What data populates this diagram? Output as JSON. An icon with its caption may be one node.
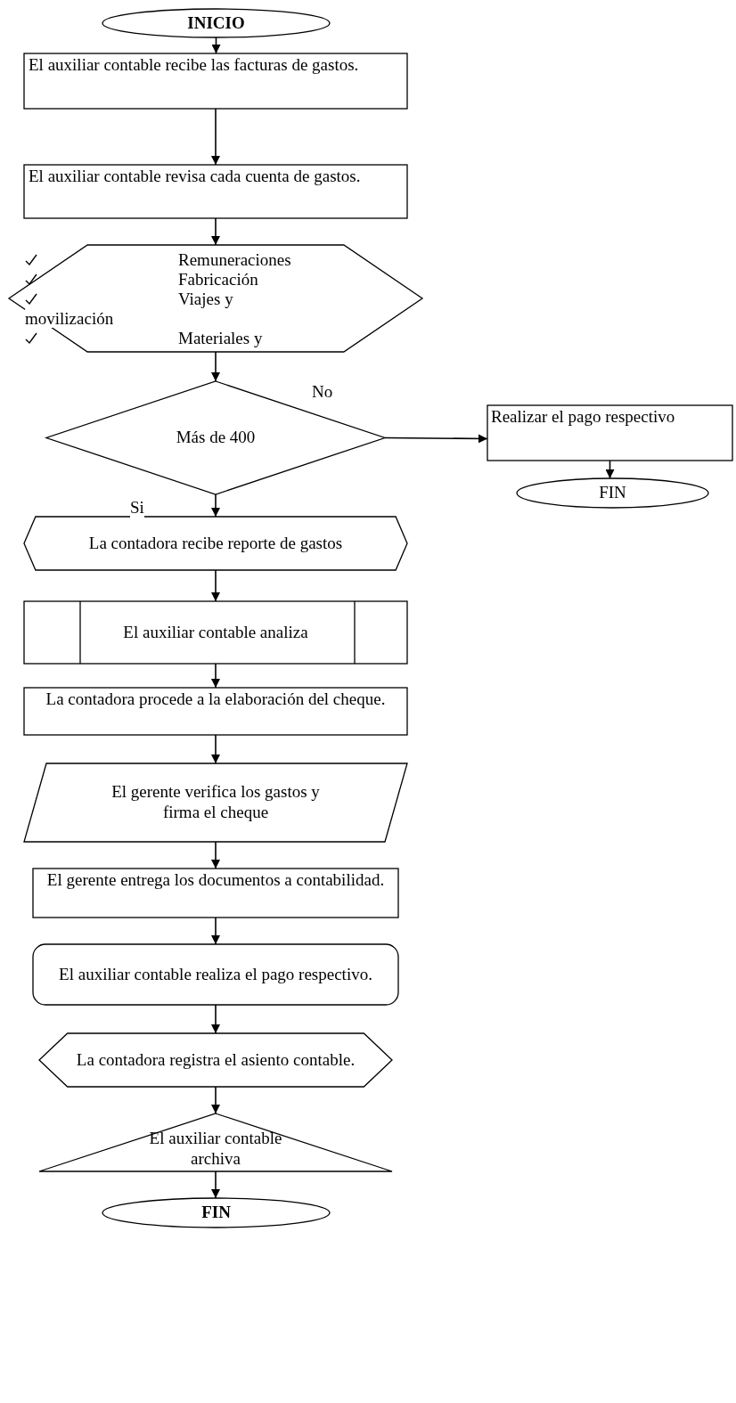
{
  "diagram": {
    "nodes": [
      {
        "text": [
          "INICIO"
        ]
      },
      {
        "text": [
          "El auxiliar contable recibe las facturas de gastos."
        ]
      },
      {
        "text": [
          "El auxiliar contable revisa cada cuenta de gastos."
        ]
      },
      {
        "text": [
          "Remuneraciones",
          "Fabricación",
          "Viajes y movilización",
          "Materiales y"
        ]
      },
      {
        "text": [
          "Más de 400"
        ]
      },
      {
        "text": [
          "Realizar el pago respectivo"
        ]
      },
      {
        "text": [
          "FIN"
        ]
      },
      {
        "text": [
          "La contadora recibe reporte de gastos"
        ]
      },
      {
        "text": [
          "El auxiliar contable analiza"
        ]
      },
      {
        "text": [
          "La contadora procede a la elaboración del cheque."
        ]
      },
      {
        "text": [
          "El gerente verifica los gastos y firma el cheque"
        ]
      },
      {
        "text": [
          "El gerente entrega los documentos a contabilidad."
        ]
      },
      {
        "text": [
          "El auxiliar contable realiza el pago respectivo."
        ]
      },
      {
        "text": [
          "La contadora registra el asiento contable."
        ]
      },
      {
        "text": [
          "El auxiliar contable archiva"
        ]
      },
      {
        "text": [
          "FIN"
        ]
      }
    ],
    "edges": [
      {
        "from": 0,
        "to": 1,
        "arrow": "to"
      },
      {
        "from": 1,
        "to": 2,
        "arrow": "to"
      },
      {
        "from": 2,
        "to": 3,
        "arrow": "to"
      },
      {
        "from": 3,
        "to": 4,
        "arrow": "to"
      },
      {
        "from": 4,
        "to": 5,
        "arrow": "to",
        "label": "No"
      },
      {
        "from": 4,
        "to": 7,
        "arrow": "to",
        "label": "Si"
      },
      {
        "from": 5,
        "to": 6,
        "arrow": "to"
      },
      {
        "from": 7,
        "to": 8,
        "arrow": "to"
      },
      {
        "from": 8,
        "to": 9,
        "arrow": "to"
      },
      {
        "from": 9,
        "to": 10,
        "arrow": "to"
      },
      {
        "from": 10,
        "to": 11,
        "arrow": "to"
      },
      {
        "from": 11,
        "to": 12,
        "arrow": "to"
      },
      {
        "from": 12,
        "to": 13,
        "arrow": "to"
      },
      {
        "from": 13,
        "to": 14,
        "arrow": "to"
      },
      {
        "from": 14,
        "to": 15,
        "arrow": "to"
      }
    ]
  }
}
